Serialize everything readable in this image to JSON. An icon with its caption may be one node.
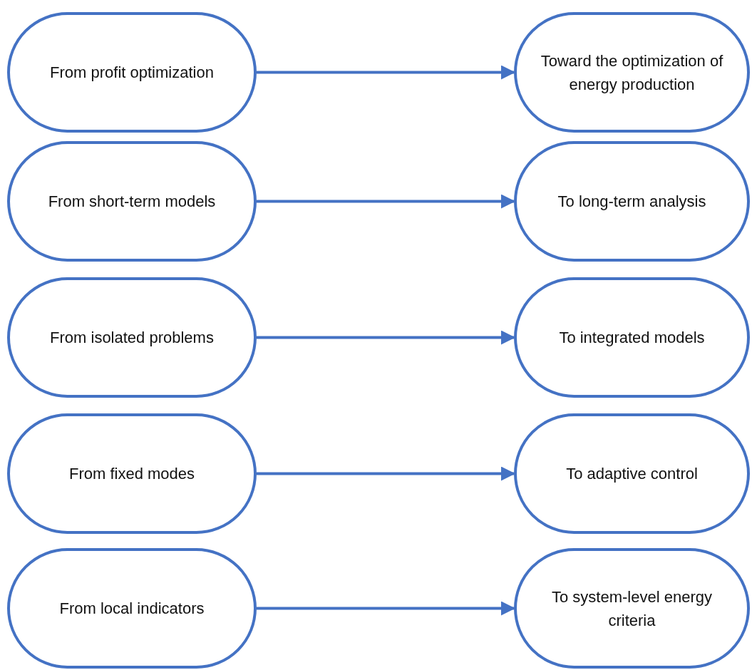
{
  "diagram": {
    "nodes": [
      {
        "text": [
          "From profit optimization"
        ]
      },
      {
        "text": [
          "Toward the optimization of energy production"
        ]
      },
      {
        "text": [
          "From short-term models"
        ]
      },
      {
        "text": [
          "To long-term analysis"
        ]
      },
      {
        "text": [
          "From isolated problems"
        ]
      },
      {
        "text": [
          "To integrated models"
        ]
      },
      {
        "text": [
          "From fixed modes"
        ]
      },
      {
        "text": [
          "To adaptive control"
        ]
      },
      {
        "text": [
          "From local indicators"
        ]
      },
      {
        "text": [
          "To system-level energy criteria"
        ]
      }
    ],
    "edges": [
      {
        "from": 0,
        "to": 1,
        "arrow": "to"
      },
      {
        "from": 2,
        "to": 3,
        "arrow": "to"
      },
      {
        "from": 4,
        "to": 5,
        "arrow": "to"
      },
      {
        "from": 6,
        "to": 7,
        "arrow": "to"
      },
      {
        "from": 8,
        "to": 9,
        "arrow": "to"
      }
    ]
  }
}
